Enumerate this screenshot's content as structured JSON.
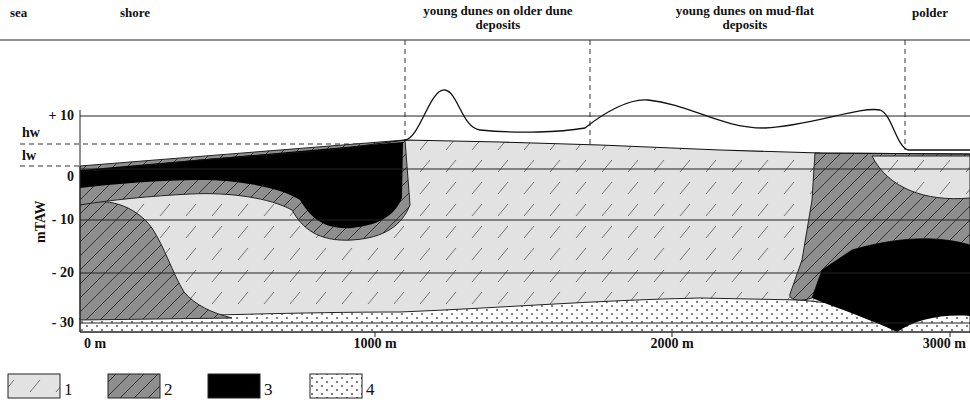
{
  "diagram": {
    "labels": [
      "sea",
      "shore",
      "young dunes on older dune deposits",
      "young dunes on mud-flat deposits",
      "polder",
      "+ 10",
      "hw",
      "lw",
      "0",
      "- 10",
      "- 20",
      "- 30",
      "mTAW",
      "0 m",
      "1000 m",
      "2000 m",
      "3000 m"
    ],
    "legend": [
      {
        "text": "1"
      },
      {
        "text": "2"
      },
      {
        "text": "3"
      },
      {
        "text": "4"
      }
    ]
  }
}
